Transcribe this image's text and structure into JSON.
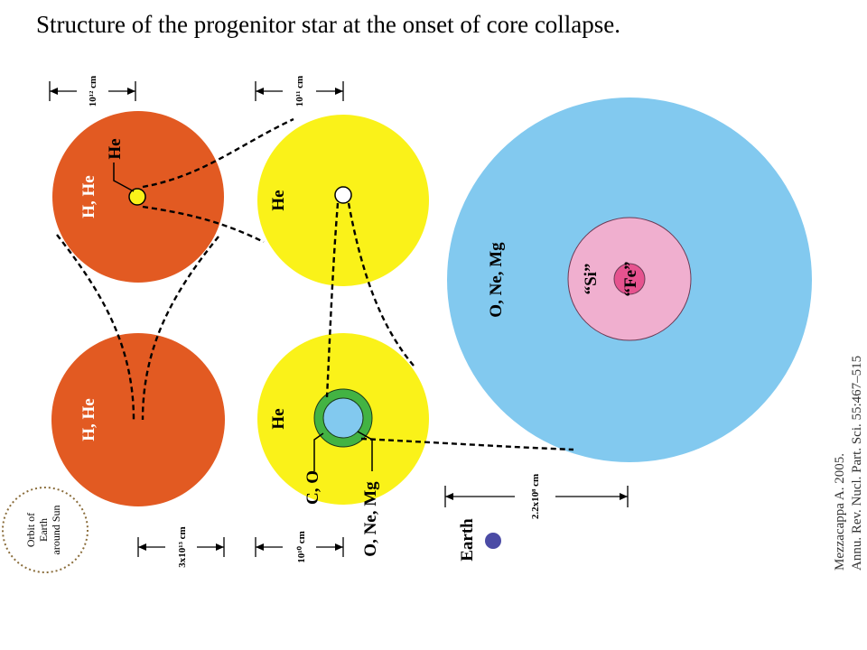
{
  "title": "Structure of the progenitor star at the onset of core collapse.",
  "colors": {
    "hydrogen_envelope": "#E25A22",
    "helium_layer": "#FAF219",
    "oxygen_neon_magnesium": "#82C9EF",
    "silicon": "#F0AFCF",
    "iron": "#E6538F",
    "carbon_oxygen": "#43B343",
    "earth": "#4B4BA5"
  },
  "labels": {
    "h_he_top": "H, He",
    "h_he_bottom": "H, He",
    "he_pointer": "He",
    "he_top": "He",
    "he_bottom": "He",
    "c_o": "C, O",
    "o_ne_mg_small": "O, Ne, Mg",
    "o_ne_mg_large": "O, Ne, Mg",
    "si": "“Si”",
    "fe": "“Fe”",
    "earth": "Earth",
    "orbit_line1": "Orbit of",
    "orbit_line2": "Earth",
    "orbit_line3": "around Sun"
  },
  "dimensions": {
    "scale_1": "10¹² cm",
    "scale_2": "10¹¹ cm",
    "scale_3": "3x10¹³ cm",
    "scale_4": "10¹⁰ cm",
    "scale_5": "2.2x10⁸ cm"
  },
  "citation": {
    "line1": "Mezzacappa A. 2005.",
    "line2": "Annu. Rev. Nucl. Part. Sci. 55:467–515"
  }
}
